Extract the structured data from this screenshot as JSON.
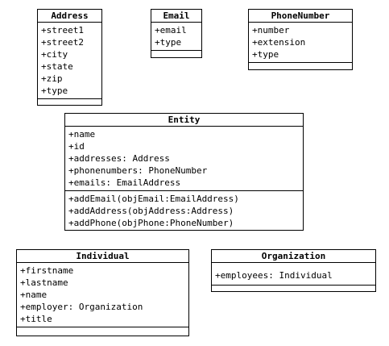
{
  "classes": {
    "address": {
      "name": "Address",
      "attributes": [
        "+street1",
        "+street2",
        "+city",
        "+state",
        "+zip",
        "+type"
      ],
      "operations": []
    },
    "email": {
      "name": "Email",
      "attributes": [
        "+email",
        "+type"
      ],
      "operations": []
    },
    "phonenumber": {
      "name": "PhoneNumber",
      "attributes": [
        "+number",
        "+extension",
        "+type"
      ],
      "operations": []
    },
    "entity": {
      "name": "Entity",
      "attributes": [
        "+name",
        "+id",
        "+addresses: Address",
        "+phonenumbers: PhoneNumber",
        "+emails: EmailAddress"
      ],
      "operations": [
        "+addEmail(objEmail:EmailAddress)",
        "+addAddress(objAddress:Address)",
        "+addPhone(objPhone:PhoneNumber)"
      ]
    },
    "individual": {
      "name": "Individual",
      "attributes": [
        "+firstname",
        "+lastname",
        "+name",
        "+employer: Organization",
        "+title"
      ],
      "operations": []
    },
    "organization": {
      "name": "Organization",
      "attributes": [
        "+employees: Individual"
      ],
      "operations": []
    }
  }
}
